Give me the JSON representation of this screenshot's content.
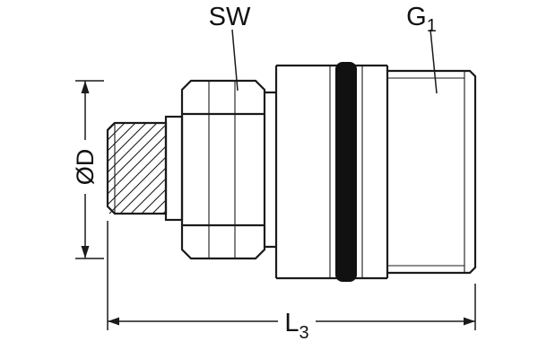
{
  "drawing": {
    "type": "technical-drawing",
    "description": "Coupling plug side view with hex, O-ring and male thread, plus dimension callouts",
    "colors": {
      "line": "#1b1b1b",
      "oring": "#111111",
      "background": "#ffffff",
      "text": "#111111"
    },
    "labels": {
      "sw": "SW",
      "g": {
        "base": "G",
        "sub": "1"
      },
      "diameter": "ØD",
      "length": {
        "base": "L",
        "sub": "3"
      }
    }
  }
}
